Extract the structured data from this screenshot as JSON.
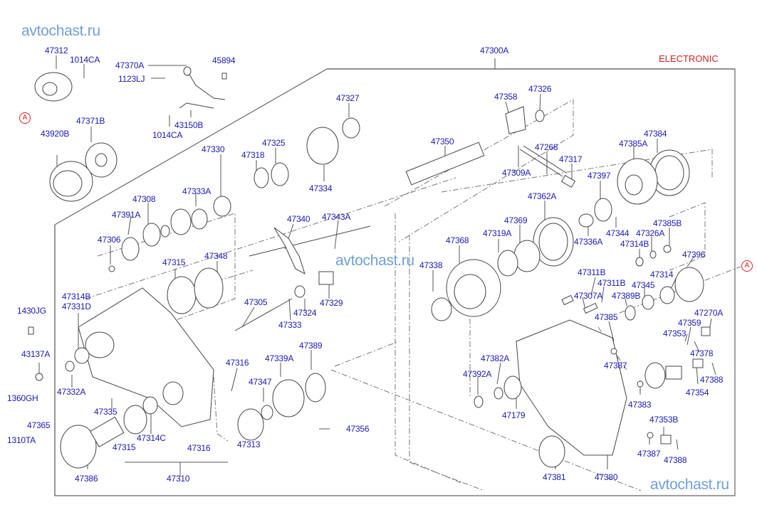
{
  "watermarks": [
    "avtochast.ru",
    "avtochast.ru",
    "avtochast.ru"
  ],
  "variant_label": "ELECTRONIC",
  "reference_markers": [
    "A",
    "A"
  ],
  "assembly_label": "47300A",
  "parts": {
    "p47312": "47312",
    "p1014ca_a": "1014CA",
    "p47370a": "47370A",
    "p45894": "45894",
    "p1123lj": "1123LJ",
    "p43150b": "43150B",
    "p1014ca_b": "1014CA",
    "p47371b": "47371B",
    "p43920b": "43920B",
    "p47330": "47330",
    "p47318": "47318",
    "p47325": "47325",
    "p47327": "47327",
    "p47334": "47334",
    "p47333a": "47333A",
    "p47308": "47308",
    "p47391a": "47391A",
    "p47306": "47306",
    "p47315_a": "47315",
    "p47348": "47348",
    "p47314b_a": "47314B",
    "p47331d": "47331D",
    "p1430jg": "1430JG",
    "p43137a": "43137A",
    "p47332a": "47332A",
    "p1360gh": "1360GH",
    "p47365": "47365",
    "p1310ta": "1310TA",
    "p47335": "47335",
    "p47314c": "47314C",
    "p47315_b": "47315",
    "p47316_a": "47316",
    "p47310": "47310",
    "p47386": "47386",
    "p47340": "47340",
    "p47343a": "47343A",
    "p47305": "47305",
    "p47324": "47324",
    "p47333": "47333",
    "p47329": "47329",
    "p47316_b": "47316",
    "p47339a": "47339A",
    "p47389": "47389",
    "p47347": "47347",
    "p47313": "47313",
    "p47356": "47356",
    "p47358": "47358",
    "p47326": "47326",
    "p47350": "47350",
    "p47268": "47268",
    "p47309a": "47309A",
    "p47317": "47317",
    "p47362a": "47362A",
    "p47384": "47384",
    "p47385a": "47385A",
    "p47397": "47397",
    "p47344": "47344",
    "p47336a": "47336A",
    "p47369": "47369",
    "p47319a": "47319A",
    "p47368": "47368",
    "p47338": "47338",
    "p47385b": "47385B",
    "p47326a": "47326A",
    "p47314b_b": "47314B",
    "p47396": "47396",
    "p47314": "47314",
    "p47345": "47345",
    "p47389b": "47389B",
    "p47311b_a": "47311B",
    "p47311b_b": "47311B",
    "p47307a": "47307A",
    "p47385": "47385",
    "p47270a": "47270A",
    "p47359": "47359",
    "p47353": "47353",
    "p47378": "47378",
    "p47387_a": "47387",
    "p47388_a": "47388",
    "p47354": "47354",
    "p47383": "47383",
    "p47353b": "47353B",
    "p47387_b": "47387",
    "p47388_b": "47388",
    "p47382a": "47382A",
    "p47392a": "47392A",
    "p47179": "47179",
    "p47381": "47381",
    "p47380": "47380"
  },
  "colors": {
    "label": "#1a1ab8",
    "watermark": "#6f9fd8",
    "electronic": "#d42020",
    "line": "#555555"
  }
}
